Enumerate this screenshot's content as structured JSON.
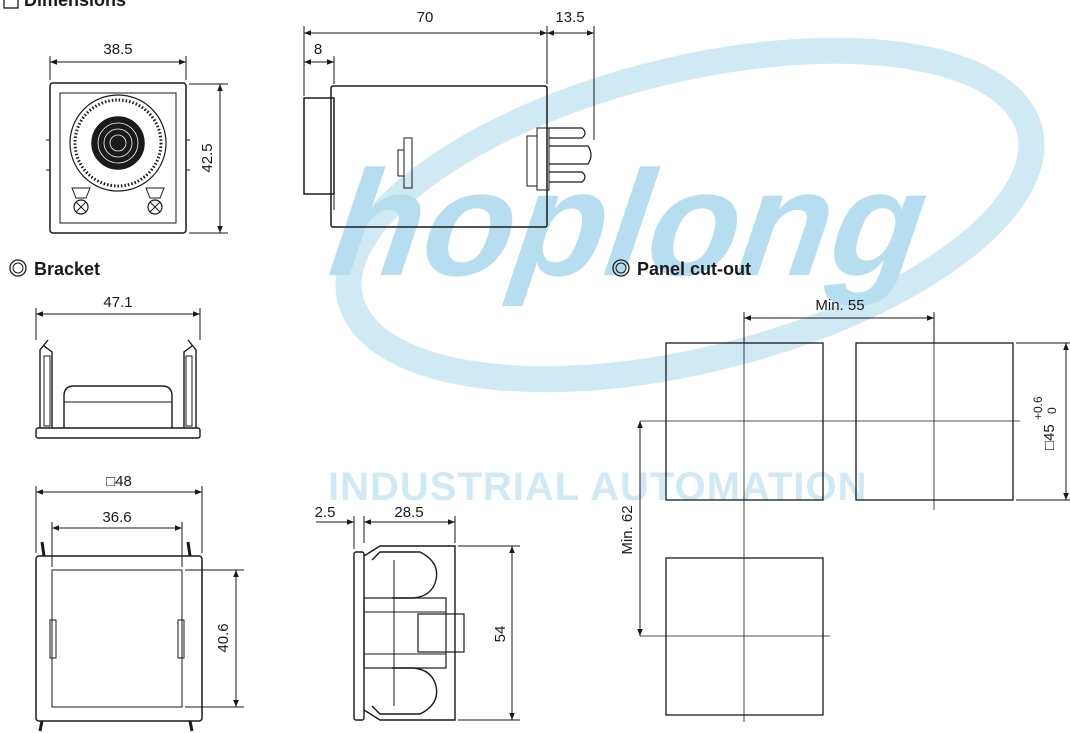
{
  "sections": {
    "dimensions": "Dimensions",
    "bracket": "Bracket",
    "panel_cutout": "Panel cut-out"
  },
  "dimensions": {
    "front_width": "38.5",
    "front_height": "42.5",
    "side_length": "70",
    "side_terminal": "13.5",
    "side_offset": "8",
    "bracket_width": "47.1",
    "bracket_square": "□48",
    "bracket_inner": "36.6",
    "bracket_inner_height": "40.6",
    "bracket_side_thick": "2.5",
    "bracket_side_depth": "28.5",
    "bracket_side_height": "54",
    "panel_pitch_h": "Min. 55",
    "panel_pitch_v": "Min. 62",
    "panel_hole": "□45",
    "panel_tol_plus": "+0.6",
    "panel_tol_zero": "0"
  },
  "watermark": {
    "logo": "hoplong",
    "subtitle": "INDUSTRIAL AUTOMATION",
    "color": "#a9d8ec"
  }
}
